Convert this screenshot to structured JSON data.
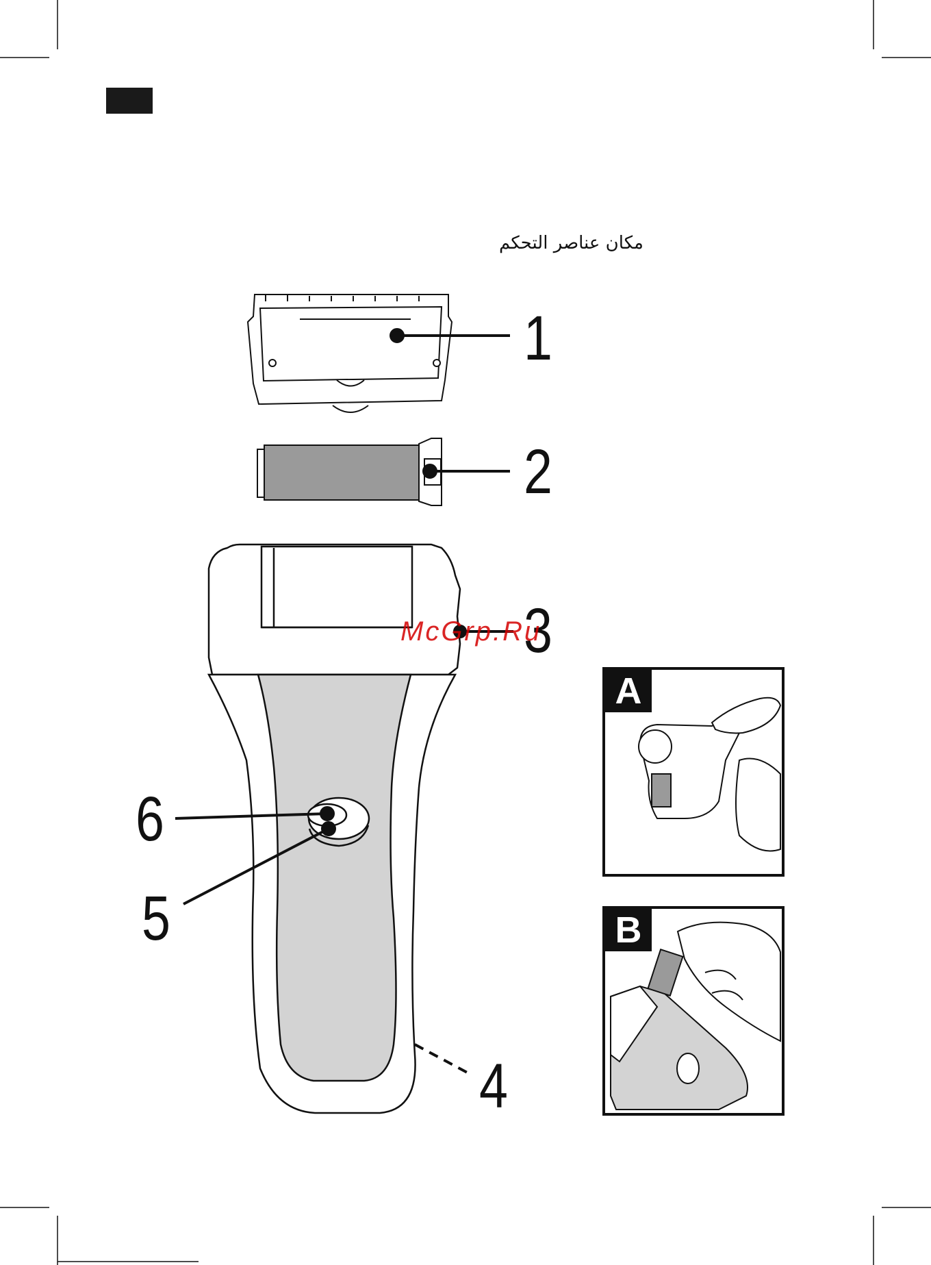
{
  "page": {
    "heading": "مكان عناصر التحكم",
    "watermark": "McGrp.Ru"
  },
  "callouts": [
    "1",
    "2",
    "3",
    "4",
    "5",
    "6"
  ],
  "insets": [
    {
      "letter": "A"
    },
    {
      "letter": "B"
    }
  ],
  "colors": {
    "ink": "#111111",
    "grip_fill": "#d3d3d3",
    "roller_fill": "#9a9a9a",
    "watermark": "#d40000"
  }
}
